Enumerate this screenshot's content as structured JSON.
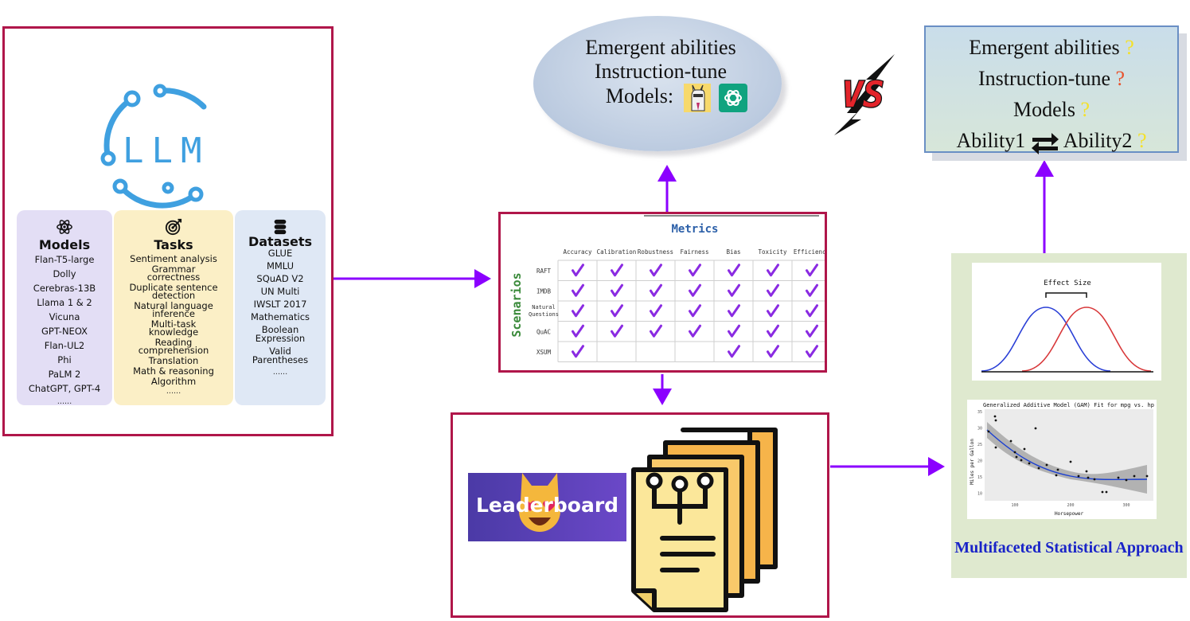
{
  "llm_panel": {
    "logo_text": "LLM",
    "models": {
      "title": "Models",
      "items": [
        "Flan-T5-large",
        "Dolly",
        "Cerebras-13B",
        "Llama 1 & 2",
        "Vicuna",
        "GPT-NEOX",
        "Flan-UL2",
        "Phi",
        "PaLM 2",
        "ChatGPT, GPT-4"
      ],
      "more": "......"
    },
    "tasks": {
      "title": "Tasks",
      "items": [
        "Sentiment analysis",
        "Grammar\ncorrectness",
        "Duplicate sentence\ndetection",
        "Natural language\ninference",
        "Multi-task\nknowledge",
        "Reading\ncomprehension",
        "Translation",
        "Math & reasoning",
        "Algorithm"
      ],
      "more": "......"
    },
    "datasets": {
      "title": "Datasets",
      "items": [
        "GLUE",
        "MMLU",
        "SQuAD V2",
        "UN Multi",
        "IWSLT 2017",
        "Mathematics",
        "Boolean\nExpression",
        "Valid\nParentheses"
      ],
      "more": "......"
    }
  },
  "metrics_table": {
    "title": "Metrics",
    "side_label": "Scenarios",
    "columns": [
      "Accuracy",
      "Calibration",
      "Robustness",
      "Fairness",
      "Bias",
      "Toxicity",
      "Efficiency"
    ],
    "rows": [
      {
        "name": "RAFT",
        "checks": [
          true,
          true,
          true,
          true,
          true,
          true,
          true
        ]
      },
      {
        "name": "IMDB",
        "checks": [
          true,
          true,
          true,
          true,
          true,
          true,
          true
        ]
      },
      {
        "name": "Natural Questions",
        "checks": [
          true,
          true,
          true,
          true,
          true,
          true,
          true
        ]
      },
      {
        "name": "QuAC",
        "checks": [
          true,
          true,
          true,
          true,
          true,
          true,
          true
        ]
      },
      {
        "name": "XSUM",
        "checks": [
          true,
          false,
          false,
          false,
          true,
          true,
          true
        ]
      }
    ],
    "check_color": "#8a2be2"
  },
  "findings": {
    "line1": "Emergent abilities",
    "line2": "Instruction-tune",
    "line3": "Models:"
  },
  "vs_label": "VS",
  "questions": {
    "line1": "Emergent abilities",
    "line2": "Instruction-tune",
    "line3": "Models",
    "ability1": "Ability1",
    "ability2": "Ability2",
    "qmark": "?"
  },
  "leaderboard": {
    "label": "Leaderboard"
  },
  "stats": {
    "effect_title": "Effect Size",
    "gam_title": "Generalized Additive Model (GAM) Fit for mpg vs. hp",
    "gam_xlabel": "Horsepower",
    "gam_ylabel": "Miles per Gallon",
    "gam_xticks": [
      "100",
      "200",
      "300"
    ],
    "gam_yticks": [
      "35",
      "30",
      "25",
      "20",
      "15",
      "10"
    ],
    "caption": "Multifaceted Statistical Approach"
  },
  "colors": {
    "arrow": "#8b00ff",
    "frame": "#b0164a",
    "caption": "#1a24c8"
  }
}
